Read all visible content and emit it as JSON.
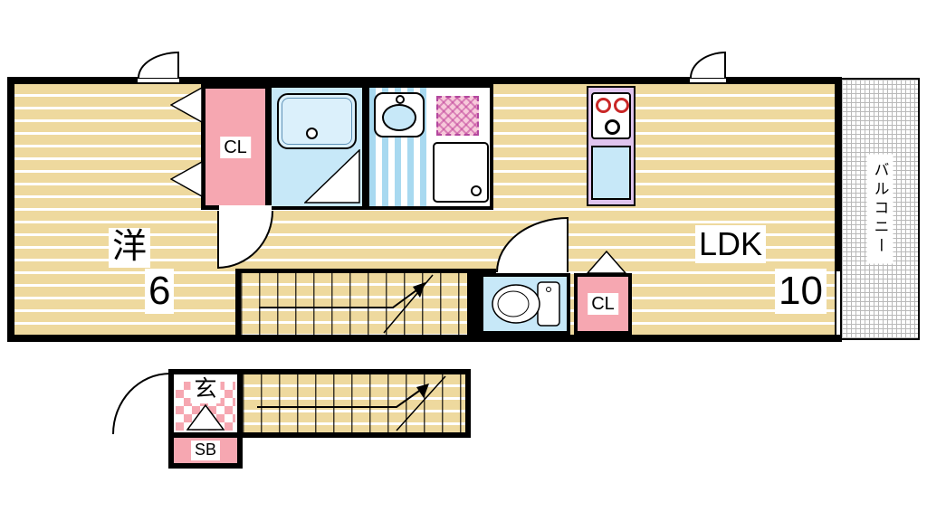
{
  "colors": {
    "wall": "#000000",
    "wood": "#eed99e",
    "woodline": "#ffffff",
    "pink": "#f6a7b1",
    "blue": "#c7e8f8",
    "tub": "#dbf0fb",
    "rim": "#5f93b8",
    "stripeblue": "#a8d9f0",
    "purple": "#dfc4ee",
    "burner": "#c92727",
    "panpink": "#f7c9da",
    "panborder": "#b3479e",
    "grid": "#b9b9b9"
  },
  "plan": {
    "western_room": {
      "name": "洋",
      "size": "6"
    },
    "ldk": {
      "name": "LDK",
      "size": "10"
    },
    "closet_upper": {
      "label": "CL"
    },
    "closet_lower": {
      "label": "CL"
    },
    "balcony": {
      "label": "バルコニー"
    },
    "entrance": {
      "label": "玄"
    },
    "shoebox": {
      "label": "SB"
    }
  }
}
